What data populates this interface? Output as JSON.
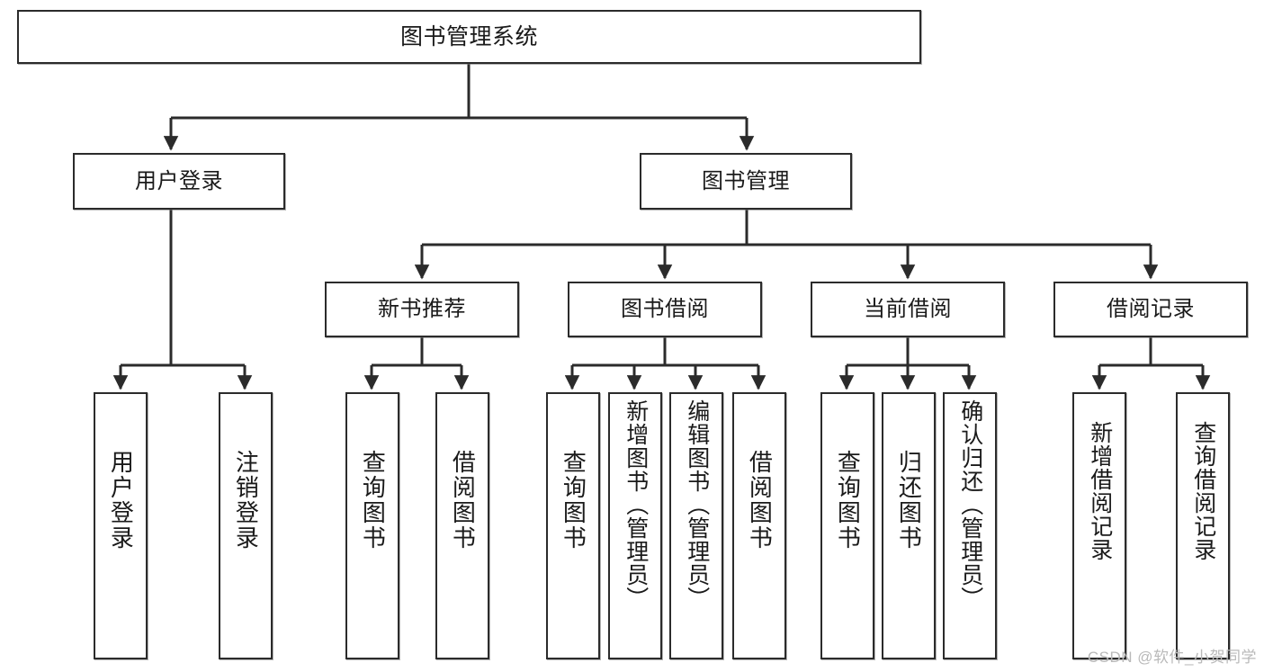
{
  "diagram": {
    "title": "图书管理系统",
    "type": "tree-hierarchy-chart",
    "watermark": "CSDN @软件_小贺同学",
    "root": {
      "id": "root",
      "label": "图书管理系统"
    },
    "level2": [
      {
        "id": "user-login",
        "label": "用户登录"
      },
      {
        "id": "book-manage",
        "label": "图书管理"
      }
    ],
    "level3": [
      {
        "id": "new-book-recommend",
        "label": "新书推荐",
        "parent": "book-manage"
      },
      {
        "id": "book-borrow",
        "label": "图书借阅",
        "parent": "book-manage"
      },
      {
        "id": "current-borrow",
        "label": "当前借阅",
        "parent": "book-manage"
      },
      {
        "id": "borrow-record",
        "label": "借阅记录",
        "parent": "book-manage"
      }
    ],
    "leaves": [
      {
        "id": "leaf-user-login",
        "label": "用户登录",
        "parent": "user-login"
      },
      {
        "id": "leaf-user-logout",
        "label": "注销登录",
        "parent": "user-login"
      },
      {
        "id": "leaf-query-book-1",
        "label": "查询图书",
        "parent": "new-book-recommend"
      },
      {
        "id": "leaf-borrow-book-1",
        "label": "借阅图书",
        "parent": "new-book-recommend"
      },
      {
        "id": "leaf-query-book-2",
        "label": "查询图书",
        "parent": "book-borrow"
      },
      {
        "id": "leaf-add-book",
        "label": "新增图书（管理员）",
        "parent": "book-borrow"
      },
      {
        "id": "leaf-edit-book",
        "label": "编辑图书（管理员）",
        "parent": "book-borrow"
      },
      {
        "id": "leaf-borrow-book-2",
        "label": "借阅图书",
        "parent": "book-borrow"
      },
      {
        "id": "leaf-query-book-3",
        "label": "查询图书",
        "parent": "current-borrow"
      },
      {
        "id": "leaf-return-book",
        "label": "归还图书",
        "parent": "current-borrow"
      },
      {
        "id": "leaf-confirm-return",
        "label": "确认归还（管理员）",
        "parent": "current-borrow"
      },
      {
        "id": "leaf-add-record",
        "label": "新增借阅记录",
        "parent": "borrow-record"
      },
      {
        "id": "leaf-query-record",
        "label": "查询借阅记录",
        "parent": "borrow-record"
      }
    ],
    "colors": {
      "node_border": "#2b2b2b",
      "node_fill": "#ffffff",
      "edge": "#2b2b2b",
      "text": "#1a1a1a",
      "watermark": "#b9b9b9",
      "background": "#ffffff"
    }
  }
}
